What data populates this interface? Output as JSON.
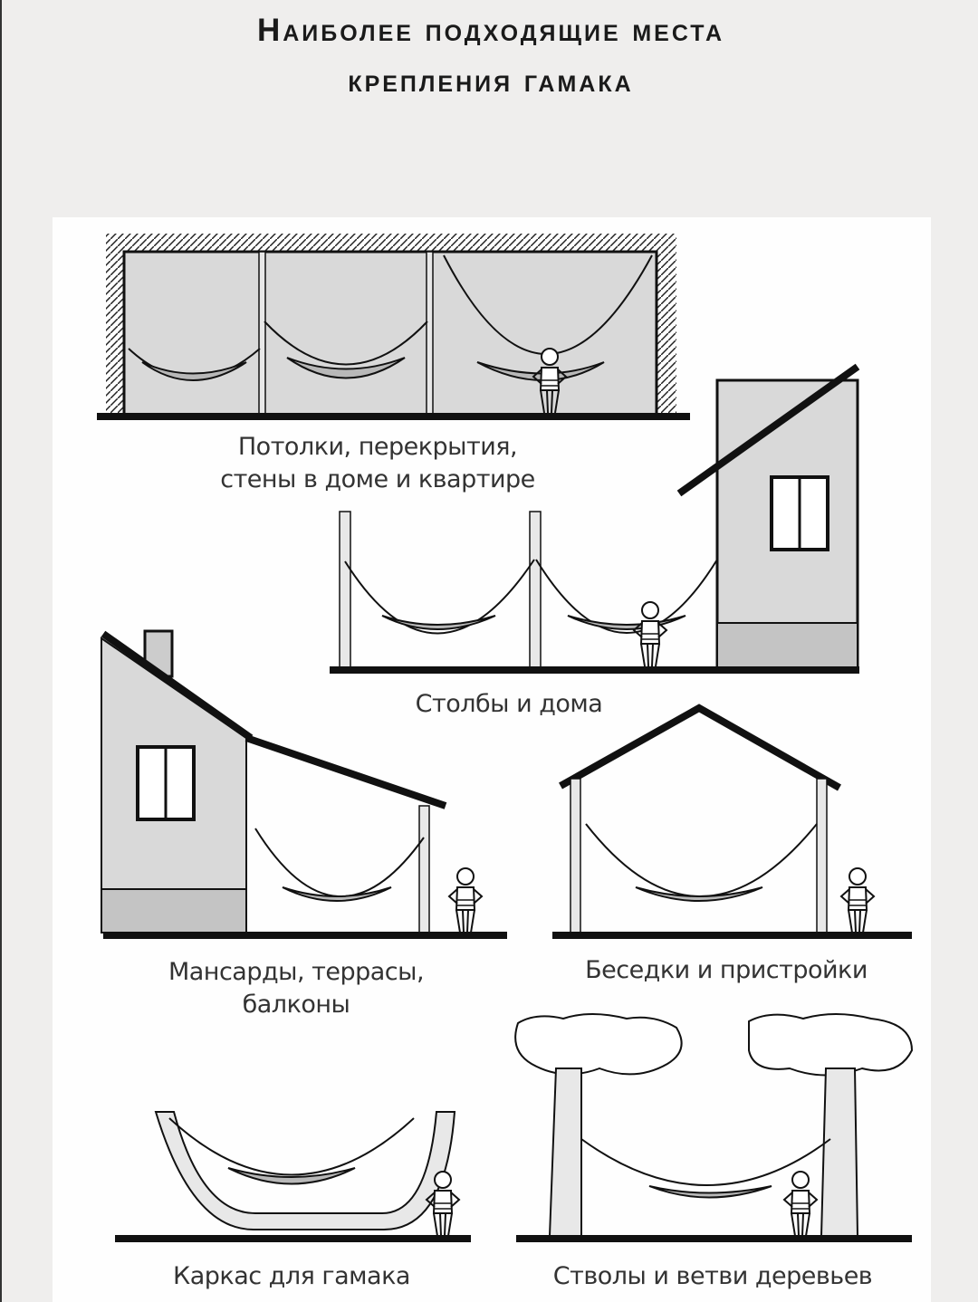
{
  "title": {
    "line1": "Наиболее подходящие места",
    "line2": "крепления гамака"
  },
  "captions": {
    "ceilings": {
      "line1": "Потолки, перекрытия,",
      "line2": "стены в доме и квартире"
    },
    "posts_houses": {
      "line1": "Столбы и дома"
    },
    "attics": {
      "line1": "Мансарды, террасы,",
      "line2": "балконы"
    },
    "gazebos": {
      "line1": "Беседки и пристройки"
    },
    "frame": {
      "line1": "Каркас для гамака"
    },
    "trees": {
      "line1": "Стволы и ветви деревьев"
    }
  },
  "colors": {
    "wall": "#d9d9d9",
    "ink": "#1a1a1a",
    "bed": "#b8b8b8"
  }
}
